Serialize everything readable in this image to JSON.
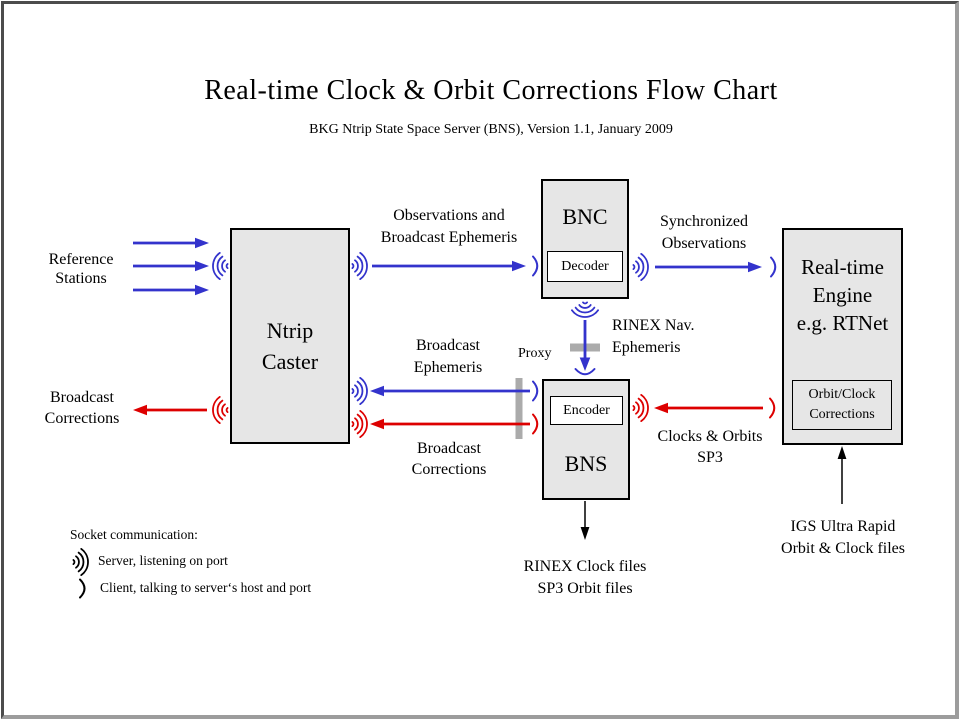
{
  "header": {
    "title": "Real-time Clock & Orbit Corrections Flow Chart",
    "subtitle": "BKG Ntrip State Space Server  (BNS), Version 1.1, January 2009"
  },
  "nodes": {
    "ntrip_caster": {
      "line1": "Ntrip",
      "line2": "Caster"
    },
    "bnc": {
      "title": "BNC",
      "sub_label": "Decoder"
    },
    "bns": {
      "title": "BNS",
      "sub_label": "Encoder"
    },
    "realtime_engine": {
      "line1": "Real-time",
      "line2": "Engine",
      "line3": "e.g. RTNet",
      "sub_line1": "Orbit/Clock",
      "sub_line2": "Corrections"
    }
  },
  "flow_labels": {
    "reference_stations": {
      "line1": "Reference",
      "line2": "Stations"
    },
    "broadcast_corrections_out": {
      "line1": "Broadcast",
      "line2": "Corrections"
    },
    "observations": {
      "line1": "Observations and",
      "line2": "Broadcast Ephemeris"
    },
    "synchronized": {
      "line1": "Synchronized",
      "line2": "Observations"
    },
    "rinex_nav": {
      "line1": "RINEX Nav.",
      "line2": "Ephemeris"
    },
    "proxy": "Proxy",
    "broadcast_ephemeris": {
      "line1": "Broadcast",
      "line2": "Ephemeris"
    },
    "broadcast_corrections_mid": {
      "line1": "Broadcast",
      "line2": "Corrections"
    },
    "clocks_orbits": {
      "line1": "Clocks & Orbits",
      "line2": "SP3"
    },
    "rinex_outputs": {
      "line1": "RINEX Clock files",
      "line2": "SP3 Orbit files"
    },
    "igs_inputs": {
      "line1": "IGS Ultra Rapid",
      "line2": "Orbit & Clock files"
    }
  },
  "legend": {
    "heading": "Socket communication:",
    "server_item": "Server, listening  on port",
    "client_item": "Client, talking to server‘s host and port"
  },
  "colors": {
    "observation_flow_blue": "#3333cc",
    "correction_flow_red": "#dd0000",
    "file_flow_black": "#000000",
    "node_fill_gray": "#e6e6e6",
    "subnode_fill_white": "#ffffff",
    "proxy_bar_gray": "#ababab",
    "frame_dark_gray": "#4c4c4c",
    "frame_light_gray": "#9c9c9c"
  }
}
